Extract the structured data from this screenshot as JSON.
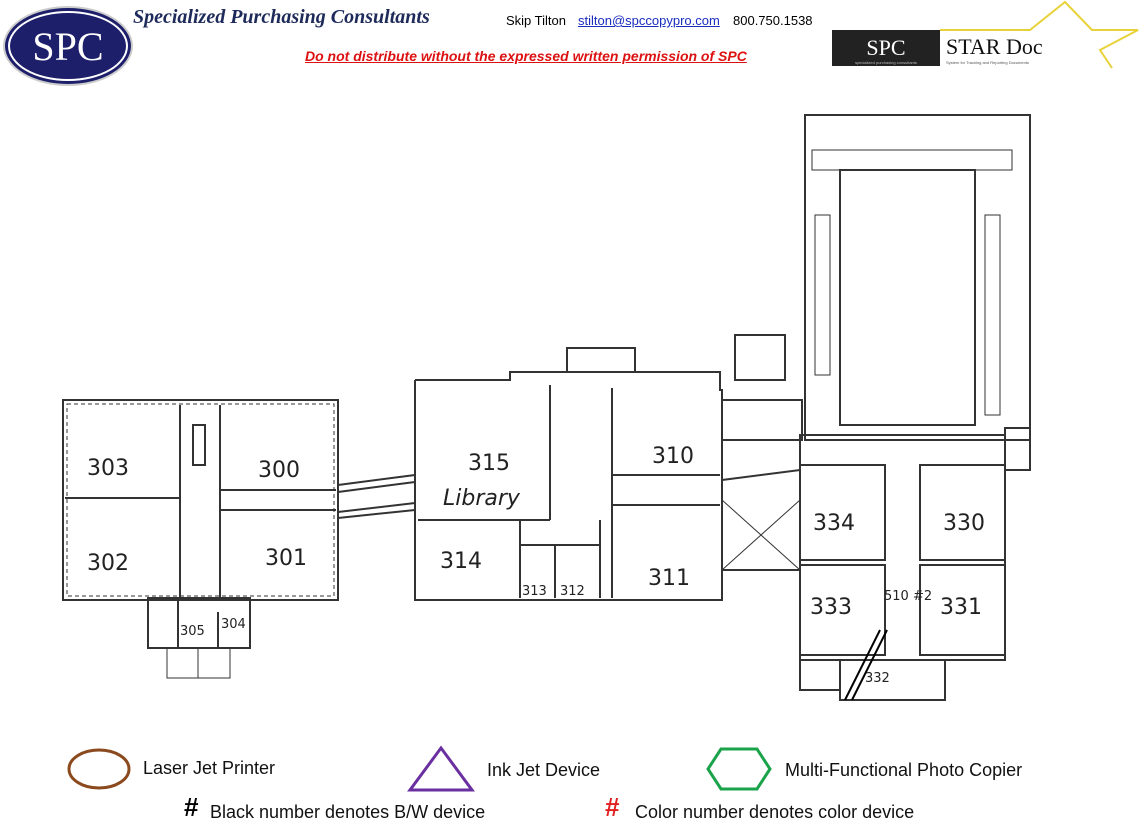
{
  "header": {
    "logo_text": "SPC",
    "company": "Specialized Purchasing Consultants",
    "contact_name": "Skip Tilton",
    "contact_email": "stilton@spccopypro.com",
    "contact_phone": "800.750.1538",
    "warning": "Do not distribute without the expressed written permission of SPC",
    "star_logo": {
      "left": "SPC",
      "right": "STAR Doc",
      "tagline": "specialized purchasing consultants",
      "subtitle": "System for Tracking and Reporting Documents"
    }
  },
  "rooms": {
    "r303": "303",
    "r300": "300",
    "r302": "302",
    "r301": "301",
    "r305": "305",
    "r304": "304",
    "r315": "315",
    "r315_name": "Library",
    "r310": "310",
    "r314": "314",
    "r313": "313",
    "r312": "312",
    "r311": "311",
    "r334": "334",
    "r333": "333",
    "r330": "330",
    "r331": "331",
    "r332": "332",
    "note": "510 #2"
  },
  "legend": {
    "laser": "Laser Jet Printer",
    "inkjet": "Ink Jet Device",
    "mfp": "Multi-Functional Photo Copier",
    "bw_symbol": "#",
    "bw": "Black number denotes B/W device",
    "color_symbol": "#",
    "color": "Color number denotes color device",
    "colors": {
      "laser": "#8b4a1e",
      "inkjet": "#6a2fa0",
      "mfp": "#1aa34a",
      "color_hash": "#e02020"
    }
  }
}
